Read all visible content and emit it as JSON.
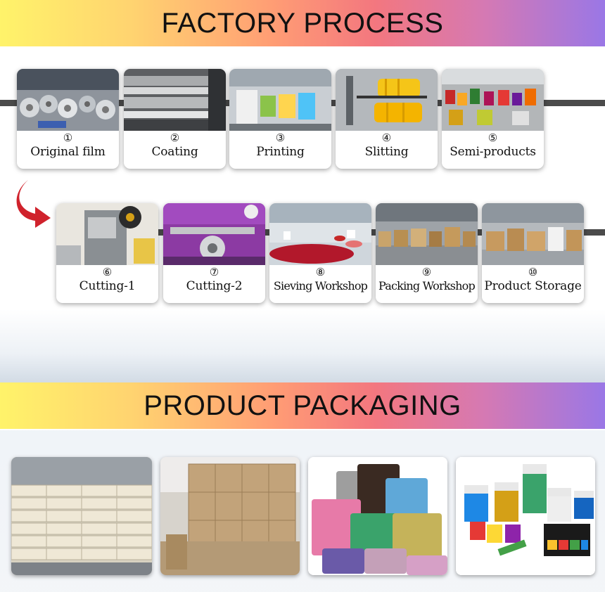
{
  "factory": {
    "title": "FACTORY PROCESS",
    "steps": [
      {
        "num": "①",
        "label": "Original film",
        "image": "warehouse-film-rolls-photo"
      },
      {
        "num": "②",
        "label": "Coating",
        "image": "coating-machine-photo"
      },
      {
        "num": "③",
        "label": "Printing",
        "image": "printing-machine-photo"
      },
      {
        "num": "④",
        "label": "Slitting",
        "image": "slitting-machine-photo"
      },
      {
        "num": "⑤",
        "label": "Semi-products",
        "image": "semi-products-photo"
      },
      {
        "num": "⑥",
        "label": "Cutting-1",
        "image": "cutting-machine-photo"
      },
      {
        "num": "⑦",
        "label": "Cutting-2",
        "image": "cutting-machine-purple-photo"
      },
      {
        "num": "⑧",
        "label": "Sieving Workshop",
        "image": "sieving-workshop-photo"
      },
      {
        "num": "⑨",
        "label": "Packing Workshop",
        "image": "packing-workshop-photo"
      },
      {
        "num": "⑩",
        "label": "Product Storage",
        "image": "product-storage-photo"
      }
    ]
  },
  "packaging": {
    "title": "PRODUCT PACKAGING",
    "images": [
      "stacked-bags-photo",
      "cardboard-cartons-photo",
      "glitter-bags-photo",
      "glitter-jars-photo"
    ]
  },
  "colors": {
    "arrow": "#d0222c",
    "line": "#4b4b4b",
    "banner_start": "#fff36a",
    "banner_end": "#9a77e6"
  }
}
